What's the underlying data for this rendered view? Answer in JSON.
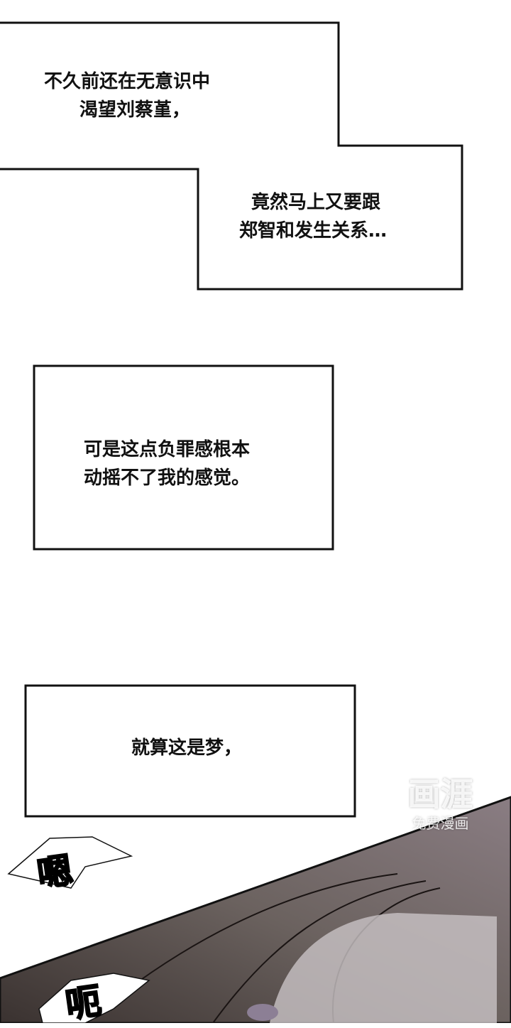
{
  "captions": [
    {
      "lines": [
        "不久前还在无意识中",
        "渴望刘蔡堇，"
      ]
    },
    {
      "lines": [
        "竟然马上又要跟",
        "郑智和发生关系…"
      ]
    },
    {
      "lines": [
        "可是这点负罪感根本",
        "动摇不了我的感觉。"
      ]
    },
    {
      "lines": [
        "就算这是梦，"
      ]
    }
  ],
  "sfx": [
    "嗯",
    "呃"
  ],
  "watermark": {
    "logo": "画涯",
    "tagline": "免费漫画"
  }
}
